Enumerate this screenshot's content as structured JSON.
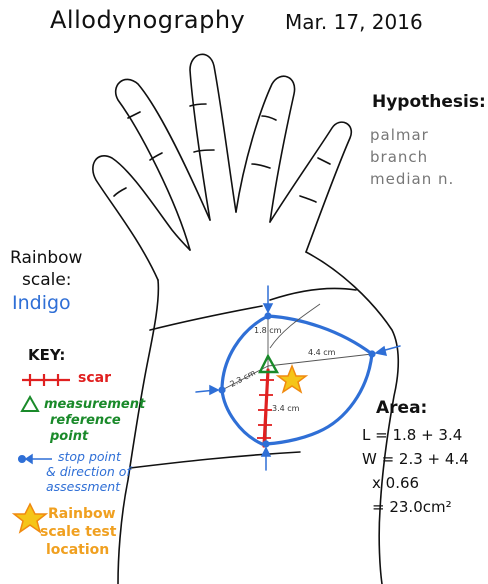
{
  "title": "Allodynography",
  "date": "Mar. 17, 2016",
  "hypothesis": {
    "heading": "Hypothesis:",
    "lines": [
      "palmar",
      "branch",
      "median n."
    ]
  },
  "rainbow_scale": {
    "line1": "Rainbow",
    "line2": "scale:",
    "value": "Indigo"
  },
  "key": {
    "heading": "KEY:",
    "scar": "scar",
    "measurement": [
      "measurement",
      "reference",
      "point"
    ],
    "stop_point": [
      "stop point",
      "& direction of",
      "assessment"
    ],
    "rainbow_location": [
      "Rainbow",
      "scale test",
      "location"
    ]
  },
  "measurements": {
    "up": "1.8 cm",
    "right": "4.4 cm",
    "left": "2.3 cm",
    "down": "3.4 cm"
  },
  "area": {
    "heading": "Area:",
    "L": "L = 1.8 + 3.4",
    "W": "W = 2.3 + 4.4",
    "factor": "x 0.66",
    "result": "= 23.0cm²"
  },
  "colors": {
    "outline": "#111111",
    "zone": "#2f6fd6",
    "scar": "#e02020",
    "reference": "#1a8a2a",
    "star": "#f5c518",
    "star_edge": "#f08a10"
  }
}
